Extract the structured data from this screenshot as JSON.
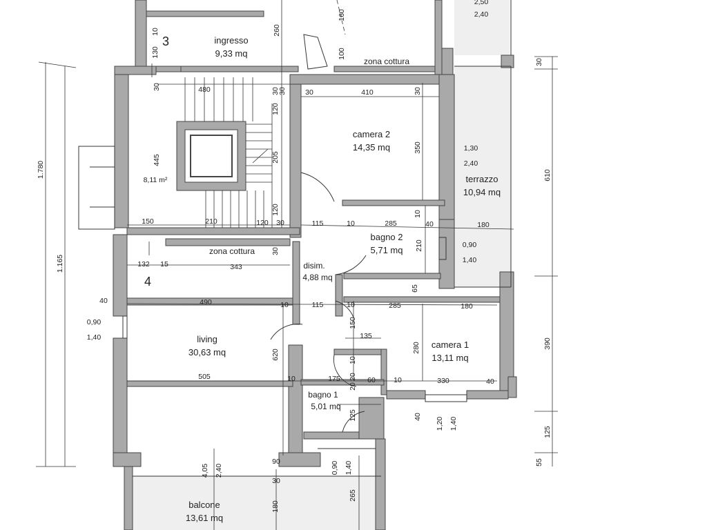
{
  "rooms": {
    "ingresso": {
      "name": "ingresso",
      "area": "9,33 mq"
    },
    "stair": {
      "area": "8,11 m²"
    },
    "camera2": {
      "name": "camera 2",
      "area": "14,35 mq"
    },
    "terrazzo": {
      "name": "terrazzo",
      "area": "10,94 mq"
    },
    "bagno2": {
      "name": "bagno 2",
      "area": "5,71 mq"
    },
    "disim": {
      "name": "disim.",
      "area": "4,88 mq"
    },
    "zona_cottura_top": {
      "name": "zona cottura"
    },
    "zona_cottura_mid": {
      "name": "zona cottura"
    },
    "living": {
      "name": "living",
      "area": "30,63 mq"
    },
    "camera1": {
      "name": "camera 1",
      "area": "13,11 mq"
    },
    "bagno1": {
      "name": "bagno 1",
      "area": "5,01 mq"
    },
    "balcone": {
      "name": "balcone",
      "area": "13,61 mq"
    }
  },
  "markers": {
    "m3": "3",
    "m4": "4"
  },
  "dims": {
    "d_top_250": "2,50",
    "d_top_240": "2,40",
    "d_160": "160",
    "d_260": "260",
    "d_130": "130",
    "d_10a": "10",
    "d_100": "100",
    "d_30_right": "30",
    "d_30a": "30",
    "d_480": "480",
    "d_30b": "30",
    "d_120a": "120",
    "d_30c": "30",
    "d_30d": "30",
    "d_410": "410",
    "d_30e": "30",
    "d_445": "445",
    "d_205": "205",
    "d_350": "350",
    "d_130b": "1,30",
    "d_240b": "2,40",
    "d_610": "610",
    "d_120b": "120",
    "d_150": "150",
    "d_210a": "210",
    "d_120c": "120",
    "d_30f": "30",
    "d_115a": "115",
    "d_10b": "10",
    "d_285a": "285",
    "d_40a": "40",
    "d_180a": "180",
    "d_10c": "10",
    "d_210b": "210",
    "d_090a": "0,90",
    "d_140a": "1,40",
    "d_30g": "30",
    "d_132": "132",
    "d_15": "15",
    "d_343": "343",
    "d_65": "65",
    "d_1780": "1.780",
    "d_1165": "1.165",
    "d_40b": "40",
    "d_490": "490",
    "d_10d": "10",
    "d_115b": "115",
    "d_10e": "10",
    "d_285b": "285",
    "d_180b": "180",
    "d_390": "390",
    "d_090b": "0,90",
    "d_140b": "1,40",
    "d_150b": "150",
    "d_135": "135",
    "d_620": "620",
    "d_280": "280",
    "d_20a": "20",
    "d_10f": "10",
    "d_505": "505",
    "d_10g": "10",
    "d_175": "175",
    "d_20b": "20",
    "d_60": "60",
    "d_10h": "10",
    "d_330": "330",
    "d_40c": "40",
    "d_125a": "125",
    "d_40d": "40",
    "d_120d": "1,20",
    "d_140c": "1,40",
    "d_125b": "125",
    "d_090c": "0,90",
    "d_140d": "1,40",
    "d_405": "4,05",
    "d_240c": "2,40",
    "d_30h": "30",
    "d_90": "90",
    "d_55": "55",
    "d_180c": "180",
    "d_265": "265"
  },
  "colors": {
    "wall": "#a9a9a9",
    "line": "#333333"
  }
}
